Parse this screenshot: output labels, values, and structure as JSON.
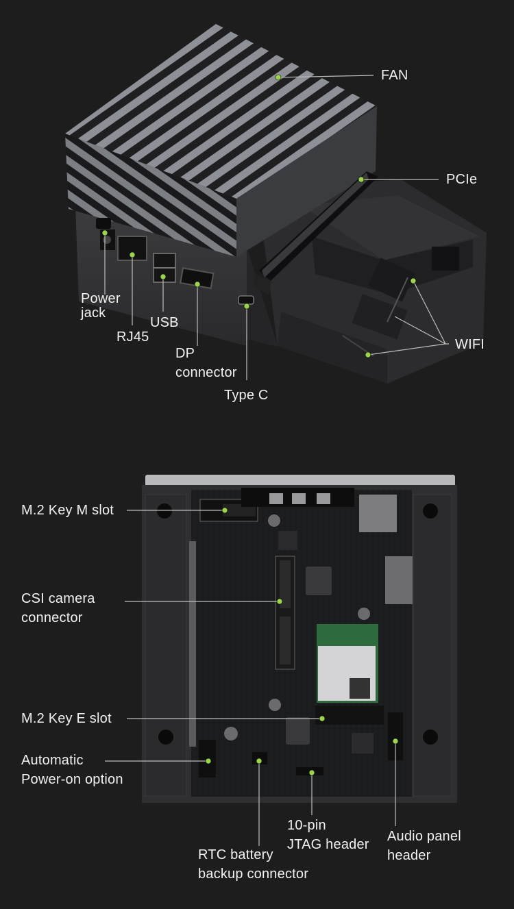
{
  "top_labels": {
    "fan": "FAN",
    "pcie": "PCIe",
    "power_jack": "Power\njack",
    "rj45": "RJ45",
    "usb": "USB",
    "dp": "DP\nconnector",
    "typec": "Type C",
    "wifi": "WIFI"
  },
  "bottom_labels": {
    "m2m": "M.2 Key M slot",
    "csi": "CSI camera\nconnector",
    "m2e": "M.2 Key E slot",
    "auto": "Automatic\nPower-on option",
    "rtc": "RTC battery\nbackup connector",
    "jtag": "10-pin\nJTAG header",
    "audio": "Audio panel\nheader"
  },
  "colors": {
    "background": "#1d1d1d",
    "accent": "#9bd64a",
    "leader": "#bfbfbf",
    "board": "#1c1d1f",
    "case": "#2f2f31"
  }
}
